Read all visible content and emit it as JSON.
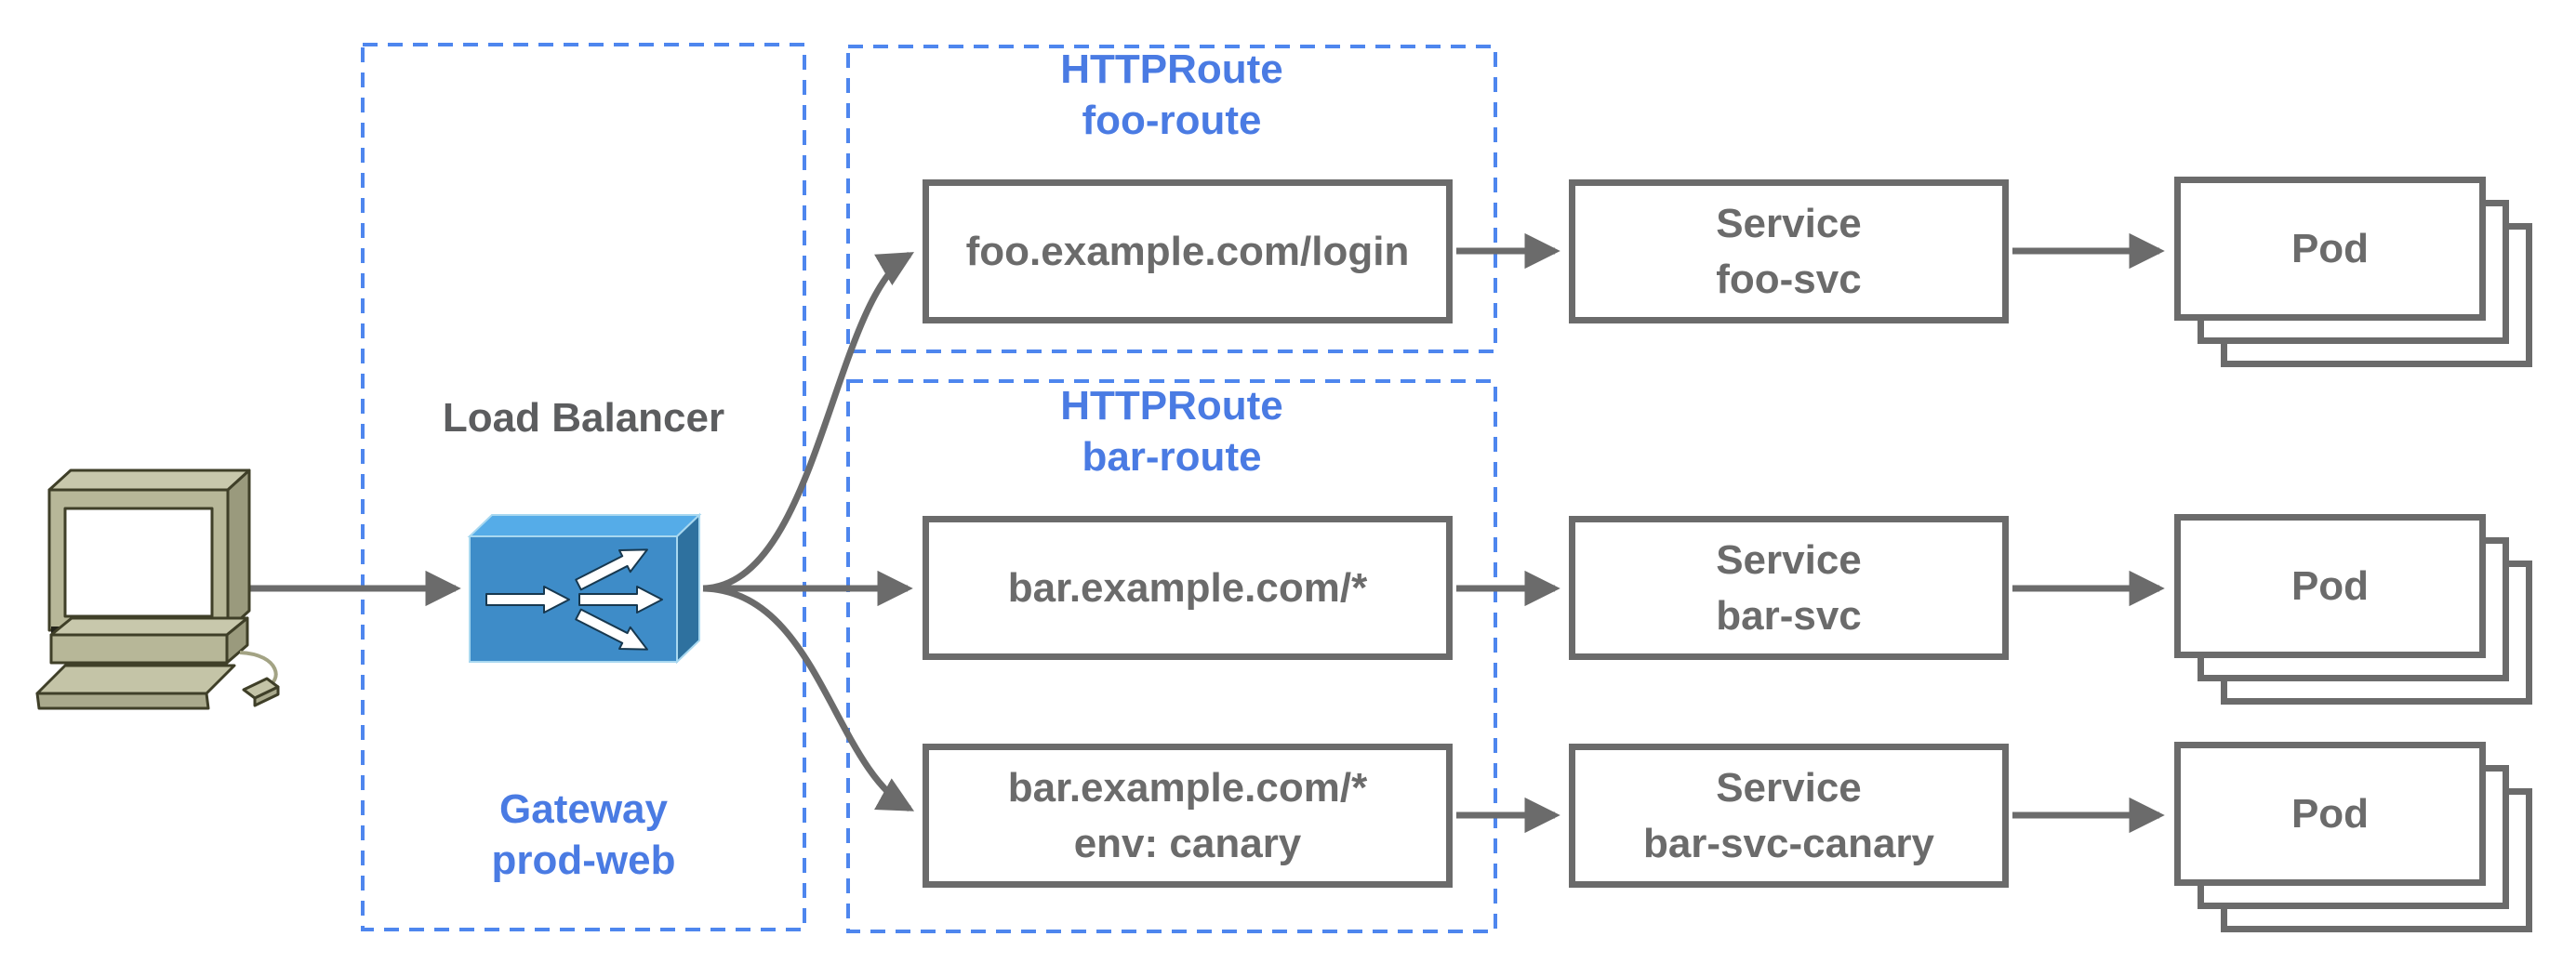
{
  "diagram": {
    "client": {
      "icon": "desktop-computer"
    },
    "gateway_group": {
      "lb_title": "Load Balancer",
      "title_line1": "Gateway",
      "title_line2": "prod-web"
    },
    "route_groups": [
      {
        "title_line1": "HTTPRoute",
        "title_line2": "foo-route"
      },
      {
        "title_line1": "HTTPRoute",
        "title_line2": "bar-route"
      }
    ],
    "rows": [
      {
        "route_lines": [
          "foo.example.com/login"
        ],
        "service_line1": "Service",
        "service_line2": "foo-svc",
        "pod_label": "Pod"
      },
      {
        "route_lines": [
          "bar.example.com/*"
        ],
        "service_line1": "Service",
        "service_line2": "bar-svc",
        "pod_label": "Pod"
      },
      {
        "route_lines": [
          "bar.example.com/*",
          "env: canary"
        ],
        "service_line1": "Service",
        "service_line2": "bar-svc-canary",
        "pod_label": "Pod"
      }
    ],
    "colors": {
      "blue_text": "#4a7be3",
      "blue_dash": "#4e86ee",
      "gray": "#6b6b6b",
      "label_gray": "#5c5d5f",
      "lb_front": "#3e8cc8",
      "lb_top": "#55ace8",
      "lb_side": "#2e719f"
    }
  }
}
